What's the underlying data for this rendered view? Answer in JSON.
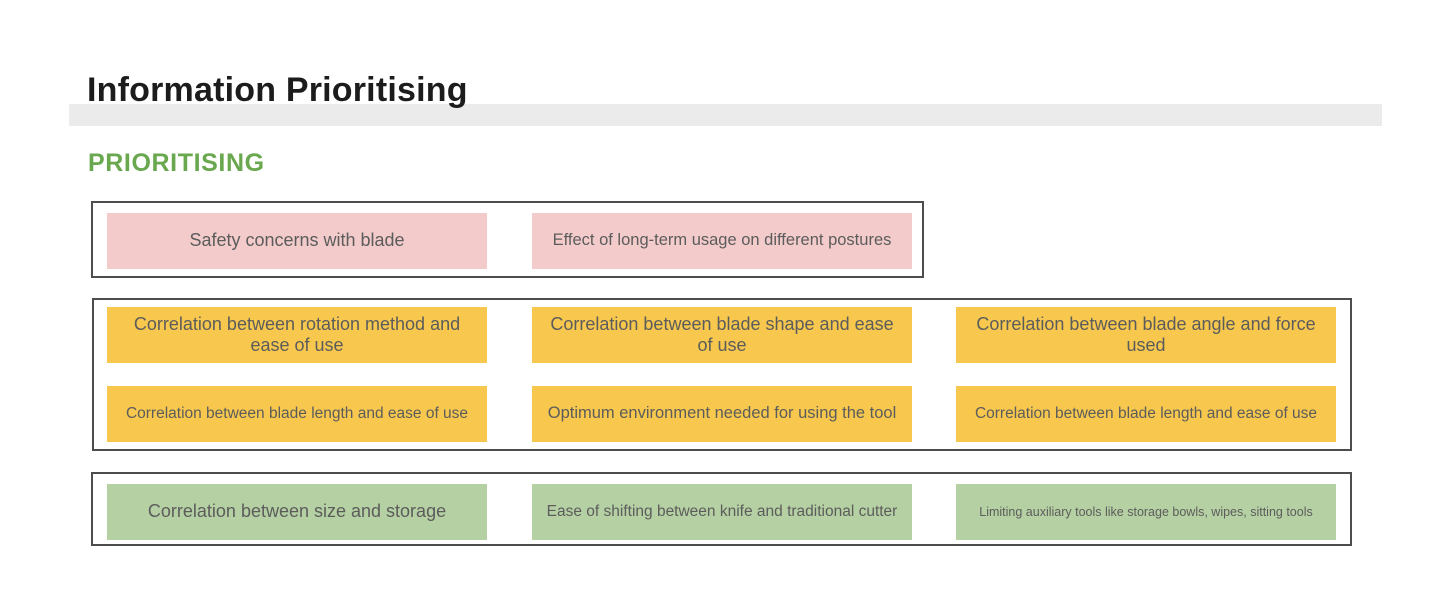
{
  "page": {
    "title": "Information Prioritising",
    "section_heading": "PRIORITISING"
  },
  "colors": {
    "pink": "#F3CBCB",
    "yellow": "#F7C84D",
    "green": "#B5D1A3",
    "heading-green": "#6AA84F",
    "title-bar": "#EBEBEB",
    "box-border": "#4D4D4D",
    "card-text": "#5C5C5C",
    "title-text": "#1C1C1C"
  },
  "groups": [
    {
      "color": "pink",
      "cards": [
        {
          "text": "Safety concerns with blade"
        },
        {
          "text": "Effect of long-term usage on different postures"
        }
      ]
    },
    {
      "color": "yellow",
      "cards": [
        {
          "text": "Correlation between rotation method and ease of use"
        },
        {
          "text": "Correlation between blade shape and ease of use"
        },
        {
          "text": "Correlation between blade angle and force used"
        },
        {
          "text": "Correlation between blade length and ease of use"
        },
        {
          "text": "Optimum environment needed for using the tool"
        },
        {
          "text": "Correlation between blade length and ease of use"
        }
      ]
    },
    {
      "color": "green",
      "cards": [
        {
          "text": "Correlation between size and storage"
        },
        {
          "text": "Ease of shifting between knife and traditional cutter"
        },
        {
          "text": "Limiting auxiliary tools like storage bowls, wipes, sitting tools"
        }
      ]
    }
  ]
}
